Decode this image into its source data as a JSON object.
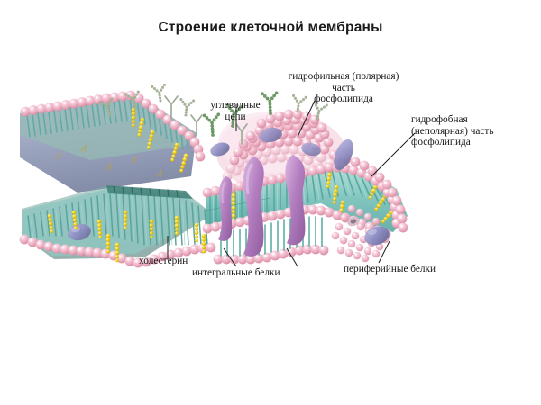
{
  "title": "Строение клеточной мембраны",
  "labels": {
    "carbohydrate_chains": "углеводные\nцепи",
    "hydrophilic_part": "гидрофильная (полярная)\nчасть\nфосфолипида",
    "hydrophobic_part": "гидрофобная\n(неполярная) часть\nфосфолипида",
    "cholesterol": "холестерин",
    "integral_proteins": "интегральные белки",
    "peripheral_proteins": "периферийные белки"
  },
  "diagram": {
    "type": "cell-membrane-fluid-mosaic",
    "components": [
      {
        "name": "phospholipid-head",
        "color": "#efb3c6",
        "shape": "sphere"
      },
      {
        "name": "phospholipid-tail",
        "color": "#7fc4bd",
        "shape": "beaded-chain"
      },
      {
        "name": "cholesterol",
        "color": "#f2d01e",
        "shape": "beaded-chain"
      },
      {
        "name": "integral-protein",
        "color": "#b583c0",
        "shape": "blob"
      },
      {
        "name": "peripheral-protein",
        "color": "#8d8cc2",
        "shape": "blob"
      },
      {
        "name": "carbohydrate-chain",
        "color": "#5f8f5a",
        "shape": "branched"
      },
      {
        "name": "membrane-underside",
        "color": "#9aa3bd",
        "shape": "sheet"
      }
    ]
  },
  "colors": {
    "head_pink": "#efb3c6",
    "head_pink_dark": "#d98ca8",
    "tail_teal": "#7fc4bd",
    "tail_teal_dark": "#4e9d9a",
    "cholesterol_yellow": "#f2d01e",
    "integral_purple": "#b583c0",
    "peripheral_blue": "#8d8cc2",
    "carb_green": "#5f8f5a",
    "underside_blue": "#9aa3bd",
    "text": "#151515",
    "leader": "#222222",
    "background": "#ffffff"
  }
}
